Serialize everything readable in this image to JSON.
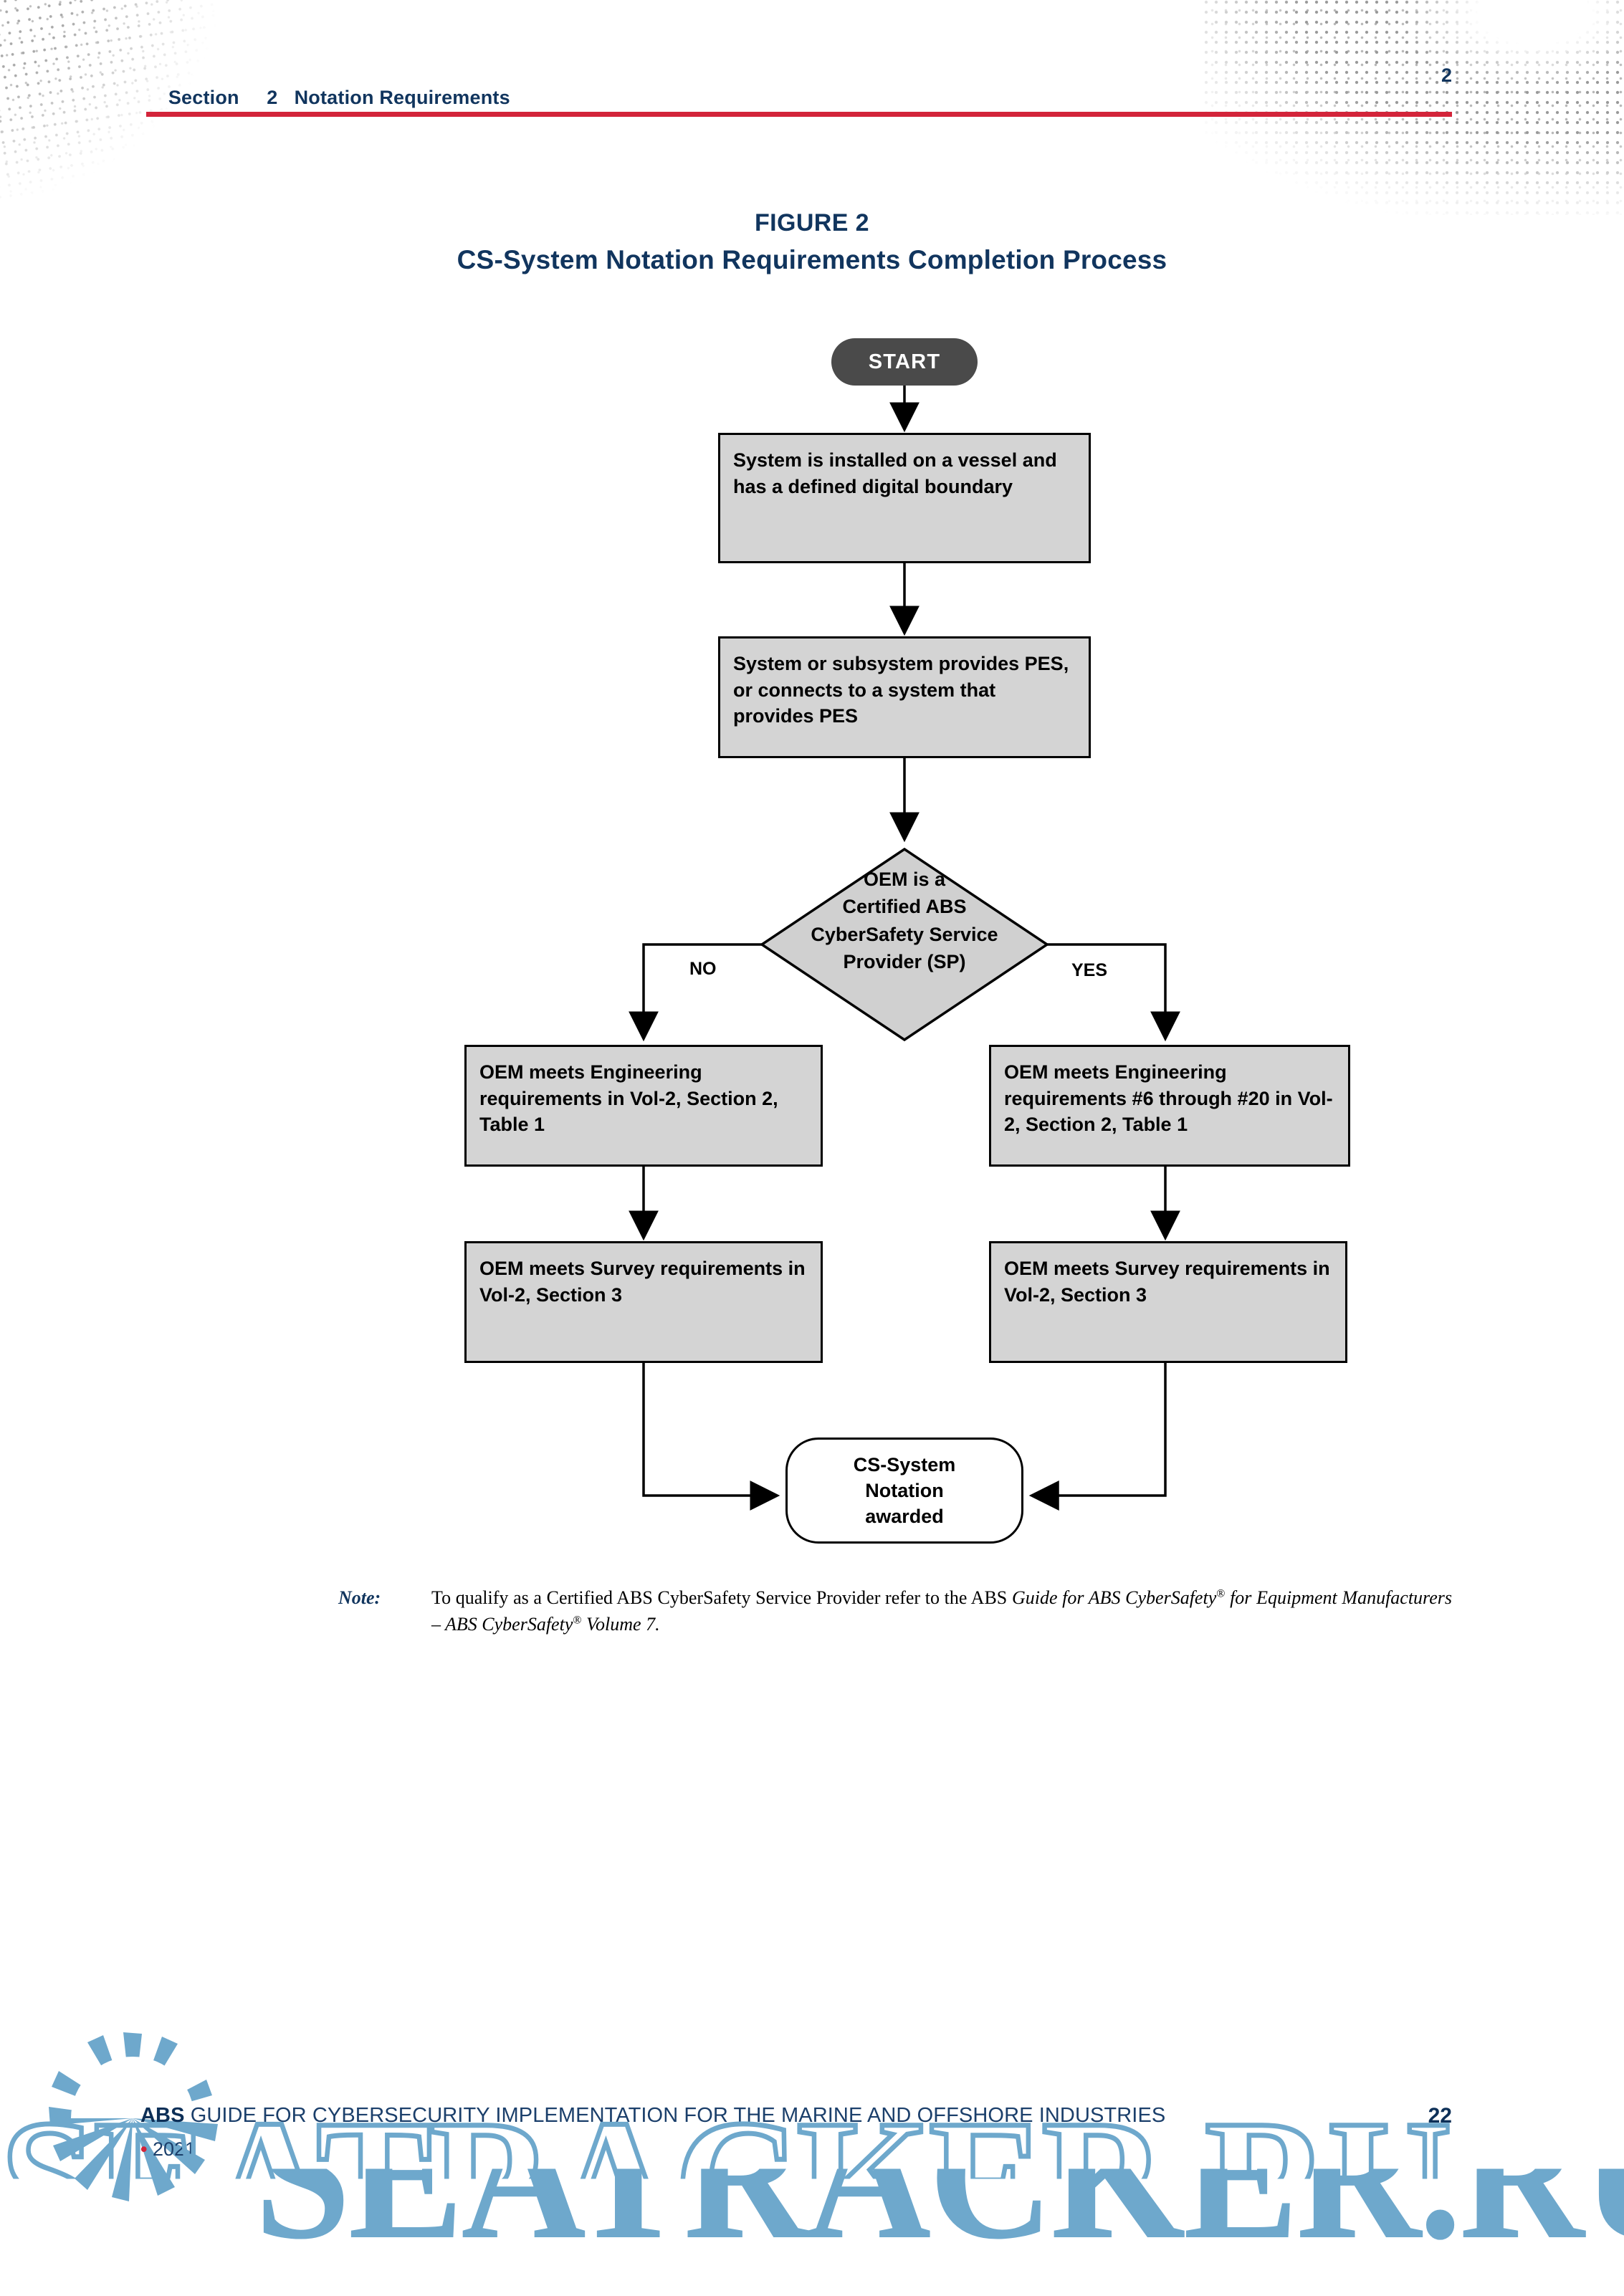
{
  "page": {
    "running_head": {
      "section_word": "Section",
      "section_number": "2",
      "section_title": "Notation Requirements",
      "page_marker": "2"
    },
    "figure": {
      "label": "FIGURE 2",
      "title": "CS-System Notation Requirements Completion Process"
    }
  },
  "flowchart": {
    "start": {
      "label": "START"
    },
    "steps": [
      {
        "id": "system-installed",
        "text": "System is  installed on a vessel and has a defined digital boundary"
      },
      {
        "id": "provides-pes",
        "text": "System or subsystem provides PES, or connects to a system that provides PES"
      }
    ],
    "decision": {
      "id": "oem-certified-sp",
      "lines": [
        "OEM is a",
        "Certified  ABS",
        "CyberSafety Service",
        "Provider (SP)"
      ],
      "no_label": "NO",
      "yes_label": "YES"
    },
    "no_branch": [
      {
        "id": "no-engineering",
        "text": "OEM meets Engineering requirements in Vol-2, Section 2, Table 1"
      },
      {
        "id": "no-survey",
        "text": "OEM meets Survey requirements in Vol-2, Section 3"
      }
    ],
    "yes_branch": [
      {
        "id": "yes-engineering",
        "text": "OEM meets Engineering requirements #6 through #20 in Vol-2, Section 2, Table 1"
      },
      {
        "id": "yes-survey",
        "text": "OEM meets Survey requirements in Vol-2, Section 3"
      }
    ],
    "terminal": {
      "id": "cs-system-awarded",
      "lines": [
        "CS-System",
        "Notation",
        "awarded"
      ]
    },
    "colors": {
      "node_fill": "#D4D4D4",
      "node_border": "#000000",
      "start_fill": "#4A4A4A",
      "terminal_fill": "#FFFFFF",
      "heading": "#11355E",
      "rule": "#D3243A"
    }
  },
  "note": {
    "label": "Note:",
    "line1_a": "To qualify as a Certified ABS CyberSafety Service Provider refer to the ABS ",
    "line1_italic": "Guide for ABS CyberSafety",
    "sup1": "®",
    "line2_italic_a": " for Equipment Manufacturers – ABS CyberSafety",
    "sup2": "®",
    "line2_italic_b": " Volume 7."
  },
  "footer": {
    "brand": "ABS",
    "title": "GUIDE FOR CYBERSECURITY IMPLEMENTATION FOR THE MARINE AND OFFSHORE INDUSTRIES",
    "year": "2021",
    "bullet": "•",
    "page_number": "22"
  },
  "watermark": {
    "text": "SEATRACKER.RU",
    "color": "#6EA8CC"
  }
}
